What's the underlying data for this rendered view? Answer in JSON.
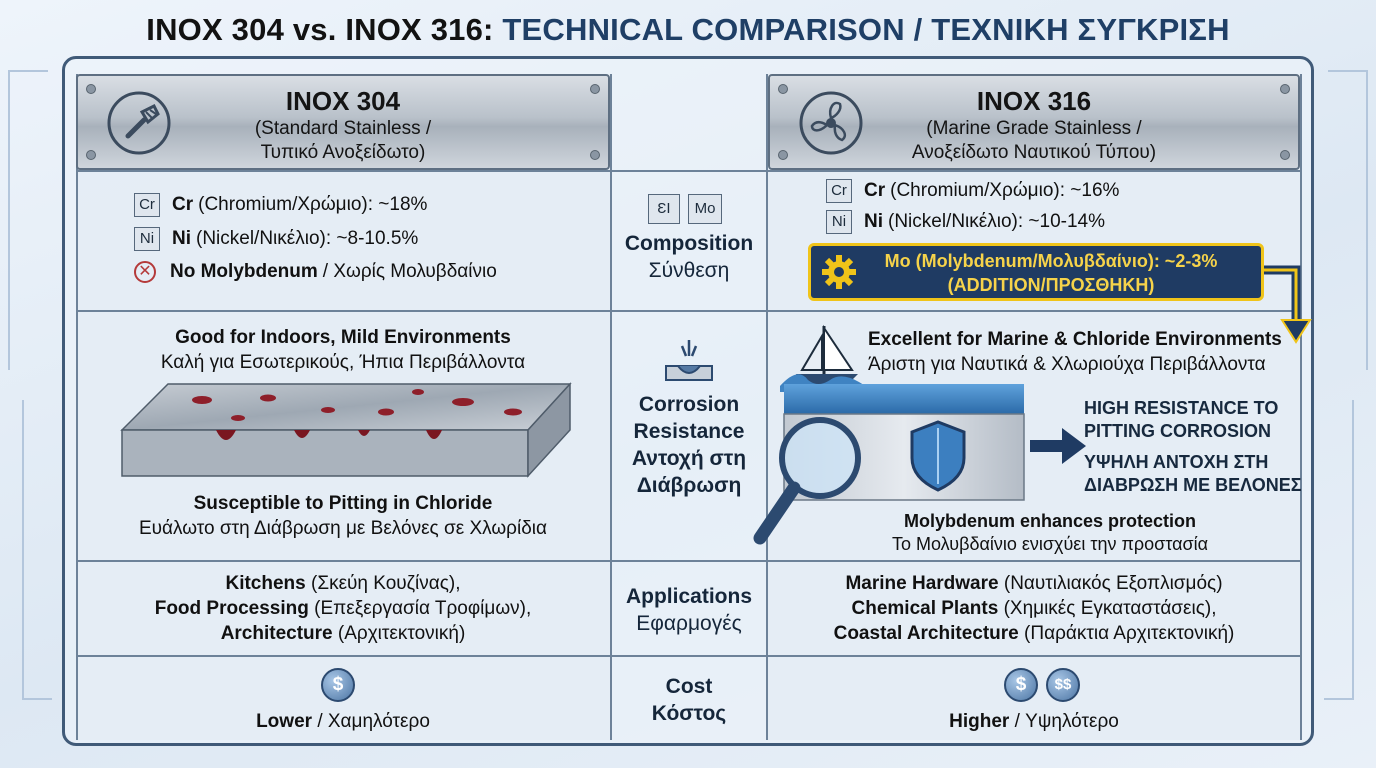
{
  "title": {
    "part_a": "INOX 304 vs. INOX 316: ",
    "part_b": "TECHNICAL COMPARISON / ΤΕΧΝΙΚΗ ΣΥΓΚΡΙΣΗ"
  },
  "left": {
    "name": "INOX 304",
    "subtitle_line1": "(Standard Stainless /",
    "subtitle_line2": "Τυπικό Ανοξείδωτο)",
    "composition": [
      {
        "symbol": "Cr",
        "bold": "Cr",
        "text": "(Chromium/Χρώμιο): ~18%"
      },
      {
        "symbol": "Ni",
        "bold": "Ni",
        "text": "(Nickel/Νικέλιο): ~8-10.5%"
      }
    ],
    "no_mo_bold": "No Molybdenum",
    "no_mo_text": "/ Χωρίς Μολυβδαίνιο",
    "corrosion_top_en": "Good for Indoors, Mild Environments",
    "corrosion_top_gr": "Καλή για Εσωτερικούς, Ήπια Περιβάλλοντα",
    "corrosion_bottom_en": "Susceptible to Pitting in Chloride",
    "corrosion_bottom_gr": "Ευάλωτο στη Διάβρωση με Βελόνες σε Χλωρίδια",
    "applications": [
      {
        "bold": "Kitchens",
        "text": "(Σκεύη Κουζίνας),"
      },
      {
        "bold": "Food Processing",
        "text": "(Επεξεργασία Τροφίμων),"
      },
      {
        "bold": "Architecture",
        "text": "(Αρχιτεκτονική)"
      }
    ],
    "cost_bold": "Lower",
    "cost_text": "/ Χαμηλότερο",
    "coin_symbol": "$"
  },
  "middle": {
    "composition_icon_a": "ƐI",
    "composition_icon_b": "Mo",
    "composition_en": "Composition",
    "composition_gr": "Σύνθεση",
    "corrosion_en_1": "Corrosion",
    "corrosion_en_2": "Resistance",
    "corrosion_gr_1": "Αντοχή στη",
    "corrosion_gr_2": "Διάβρωση",
    "applications_en": "Applications",
    "applications_gr": "Εφαρμογές",
    "cost_en": "Cost",
    "cost_gr": "Κόστος"
  },
  "right": {
    "name": "INOX 316",
    "subtitle_line1": "(Marine Grade Stainless /",
    "subtitle_line2": "Ανοξείδωτο Ναυτικού Τύπου)",
    "composition": [
      {
        "symbol": "Cr",
        "bold": "Cr",
        "text": "(Chromium/Χρώμιο): ~16%"
      },
      {
        "symbol": "Ni",
        "bold": "Ni",
        "text": "(Nickel/Νικέλιο): ~10-14%"
      }
    ],
    "mo_line1": "Mo (Molybdenum/Μολυβδαίνιο): ~2-3%",
    "mo_line2": "(ADDITION/ΠΡΟΣΘΗΚΗ)",
    "corrosion_top_en": "Excellent for Marine & Chloride Environments",
    "corrosion_top_gr": "Άριστη για Ναυτικά & Χλωριούχα Περιβάλλοντα",
    "high_res_en_1": "HIGH RESISTANCE TO",
    "high_res_en_2": "PITTING CORROSION",
    "high_res_gr_1": "ΥΨΗΛΗ ΑΝΤΟΧΗ ΣΤΗ",
    "high_res_gr_2": "ΔΙΑΒΡΩΣΗ ΜΕ ΒΕΛΟΝΕΣ",
    "mo_note_en": "Molybdenum enhances protection",
    "mo_note_gr": "Το Μολυβδαίνιο ενισχύει την προστασία",
    "applications": [
      {
        "bold": "Marine Hardware",
        "text": "(Ναυτιλιακός Εξοπλισμός)"
      },
      {
        "bold": "Chemical Plants",
        "text": "(Χημικές Εγκαταστάσεις),"
      },
      {
        "bold": "Coastal Architecture",
        "text": "(Παράκτια Αρχιτεκτονική)"
      }
    ],
    "cost_bold": "Higher",
    "cost_text": "/ Υψηλότερο",
    "coin_symbol_1": "$",
    "coin_symbol_2": "$$"
  },
  "colors": {
    "frame": "#405a78",
    "mo_box_bg": "#1f3b63",
    "mo_box_border": "#f0c419",
    "pit_red": "#8e1f2a",
    "arrow_blue": "#1f3b63"
  }
}
